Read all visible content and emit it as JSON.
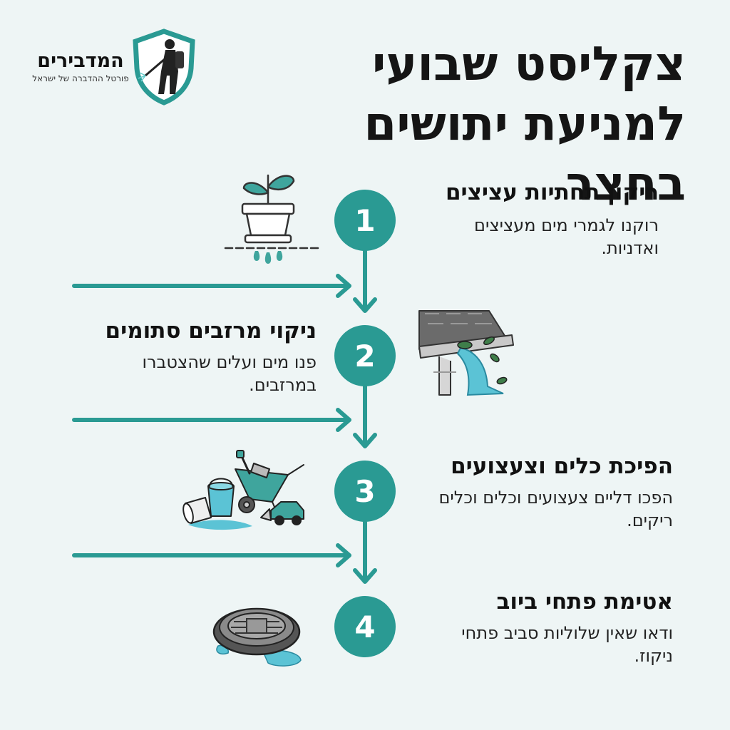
{
  "logo": {
    "name": "המדבירים",
    "subtitle": "פורטל ההדברה של ישראל"
  },
  "title": {
    "line1": "צקליסט שבועי",
    "line2": "למניעת יתושים בחצר"
  },
  "steps": [
    {
      "number": "1",
      "title": "ריקון תחתיות עציצים",
      "desc": "רוקנו לגמרי מים מעציצים ואדניות.",
      "icon": "plant-pot-icon"
    },
    {
      "number": "2",
      "title": "ניקוי מרזבים סתומים",
      "desc": "פנו מים ועלים שהצטברו במרזבים.",
      "icon": "gutter-icon"
    },
    {
      "number": "3",
      "title": "הפיכת כלים וצעצועים",
      "desc": "הפכו דליים צעצועים וכלים וכלים ריקים.",
      "icon": "toys-buckets-icon"
    },
    {
      "number": "4",
      "title": "אטימת פתחי ביוב",
      "desc": "ודאו שאין שלוליות סביב פתחי ניקוז.",
      "icon": "manhole-icon"
    }
  ],
  "colors": {
    "accent": "#2a9a93",
    "background": "#eef5f5",
    "text": "#151515"
  }
}
